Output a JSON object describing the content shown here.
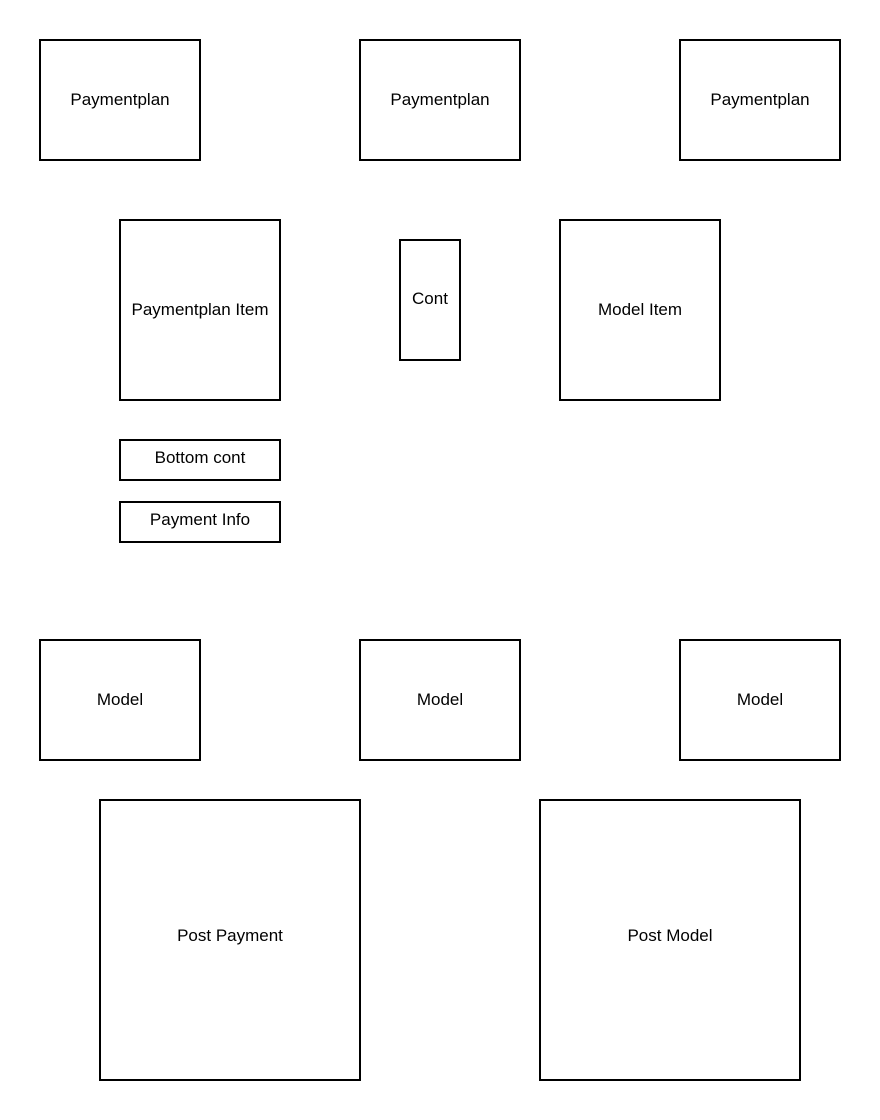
{
  "paymentplans": [
    "Paymentplan",
    "Paymentplan",
    "Paymentplan"
  ],
  "paymentplan_item": "Paymentplan Item",
  "cont": "Cont",
  "model_item": "Model Item",
  "bottom_cont": "Bottom cont",
  "payment_info": "Payment Info",
  "models": [
    "Model",
    "Model",
    "Model"
  ],
  "post_payment": "Post Payment",
  "post_model": "Post Model",
  "colors": {
    "stroke": "#000000",
    "fill": "#ffffff",
    "text": "#000000"
  }
}
